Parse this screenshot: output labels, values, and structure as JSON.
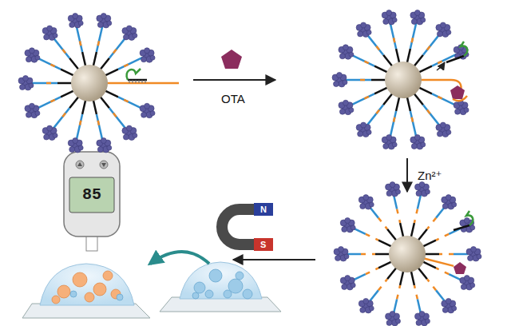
{
  "diagram": {
    "labels": [
      "OTA",
      "Zn²⁺",
      "85",
      "N",
      "S"
    ]
  }
}
